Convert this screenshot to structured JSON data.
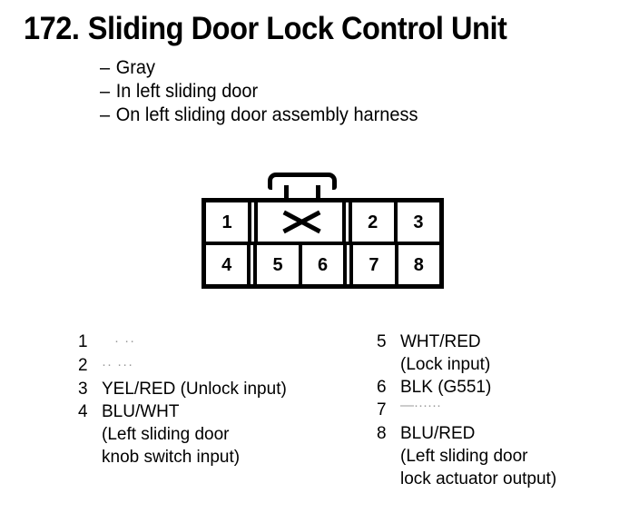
{
  "header": {
    "number": "172.",
    "title": "Sliding Door Lock Control Unit",
    "attributes": [
      {
        "dash": "–",
        "text": "Gray"
      },
      {
        "dash": "–",
        "text": "In left sliding door"
      },
      {
        "dash": "–",
        "text": "On left sliding door assembly harness"
      }
    ]
  },
  "connector": {
    "name": "8-pin connector",
    "latch": "latch-tab",
    "top_row": [
      {
        "label": "1",
        "type": "pin"
      },
      {
        "label": "",
        "type": "blocked"
      },
      {
        "label": "2",
        "type": "pin"
      },
      {
        "label": "3",
        "type": "pin"
      }
    ],
    "bottom_row": [
      {
        "label": "4",
        "type": "pin"
      },
      {
        "label": "5",
        "type": "pin"
      },
      {
        "label": "6",
        "type": "pin"
      },
      {
        "label": "7",
        "type": "pin"
      },
      {
        "label": "8",
        "type": "pin"
      }
    ]
  },
  "pin_list_left": [
    {
      "num": "1",
      "lines": [],
      "faint": "· ··"
    },
    {
      "num": "2",
      "lines": [],
      "faint": "·· ···"
    },
    {
      "num": "3",
      "lines": [
        "YEL/RED (Unlock input)"
      ]
    },
    {
      "num": "4",
      "lines": [
        "BLU/WHT",
        "(Left sliding door",
        "knob switch input)"
      ]
    }
  ],
  "pin_list_right": [
    {
      "num": "5",
      "lines": [
        "WHT/RED",
        "(Lock input)"
      ]
    },
    {
      "num": "6",
      "lines": [
        "BLK (G551)"
      ]
    },
    {
      "num": "7",
      "lines": [],
      "faint": "—······"
    },
    {
      "num": "8",
      "lines": [
        "BLU/RED",
        "(Left sliding door",
        "lock actuator output)"
      ]
    }
  ],
  "colors": {
    "ink": "#000000",
    "paper": "#ffffff",
    "faint": "#9a9a9a"
  }
}
